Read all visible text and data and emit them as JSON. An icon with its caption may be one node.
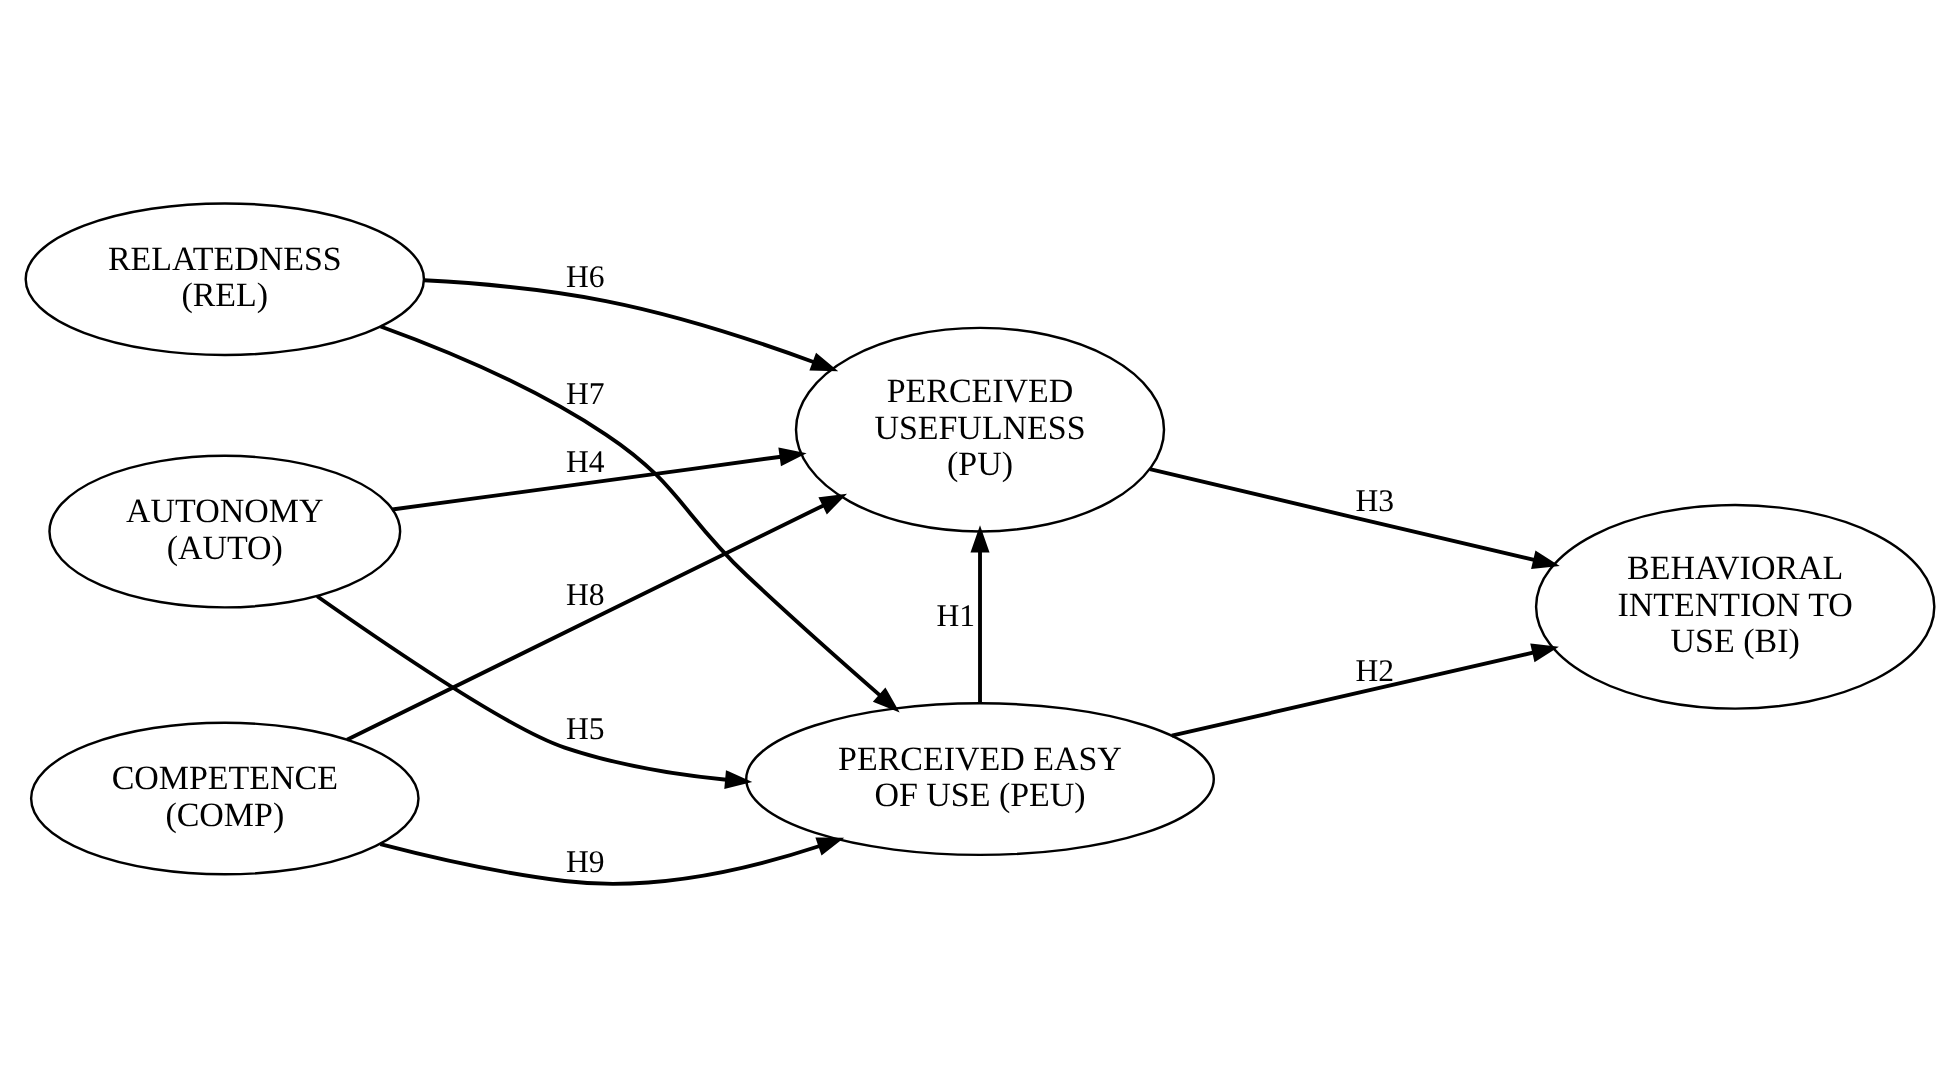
{
  "diagram": {
    "nodes": [
      {
        "text": [
          "AUTONOMY (AUTO)"
        ]
      },
      {
        "text": [
          "RELATEDNESS (REL)"
        ]
      },
      {
        "text": [
          "COMPETENCE (COMP)"
        ]
      },
      {
        "text": [
          "PERCEIVED USEFULNESS (PU)"
        ]
      },
      {
        "text": [
          "PERCEIVED EASY OF USE (PEU)"
        ]
      },
      {
        "text": [
          "BEHAVIORAL INTENTION TO USE (BI)"
        ]
      }
    ],
    "edges": [
      {
        "from": 0,
        "to": 3,
        "arrow": "to",
        "label": "H4"
      },
      {
        "from": 0,
        "to": 4,
        "arrow": "to",
        "label": "H5"
      },
      {
        "from": 1,
        "to": 3,
        "arrow": "to",
        "label": "H6"
      },
      {
        "from": 1,
        "to": 4,
        "arrow": "to",
        "label": "H7"
      },
      {
        "from": 2,
        "to": 3,
        "arrow": "to",
        "label": "H8"
      },
      {
        "from": 2,
        "to": 4,
        "arrow": "to",
        "label": "H9"
      },
      {
        "from": 4,
        "to": 3,
        "arrow": "to",
        "label": "H1"
      },
      {
        "from": 3,
        "to": 5,
        "arrow": "to",
        "label": "H3"
      },
      {
        "from": 4,
        "to": 5,
        "arrow": "to",
        "label": "H2"
      }
    ]
  }
}
